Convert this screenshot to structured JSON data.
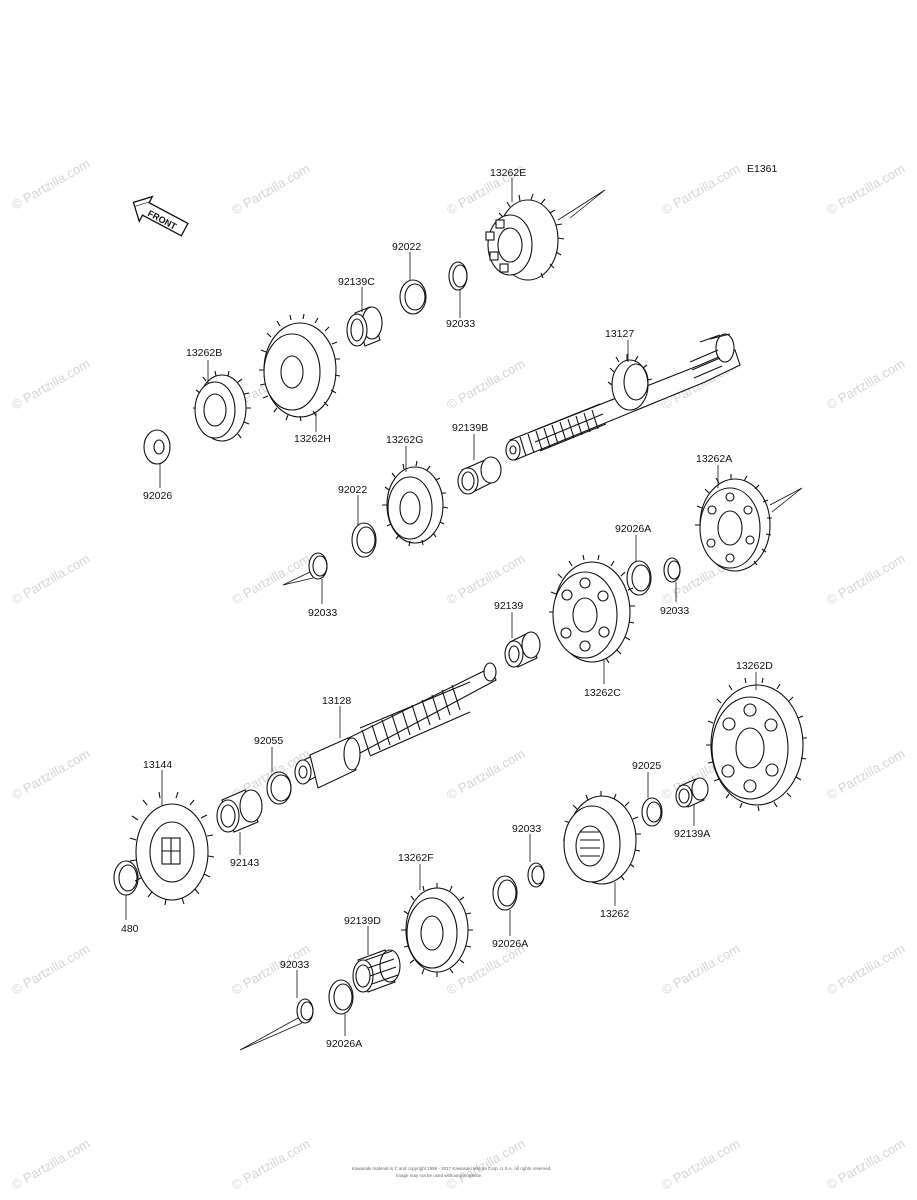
{
  "diagram_code": "E1361",
  "watermark": "© Partzilla.com",
  "front_label": "FRONT",
  "footer_line1": "Kawasaki material is © and copyright 1995 - 2017 Kawasaki Motors Corp. U.S.A. All rights reserved.",
  "footer_line2": "Image may not be used without permission",
  "parts": [
    {
      "id": "13262E"
    },
    {
      "id": "92022"
    },
    {
      "id": "92139C"
    },
    {
      "id": "92033"
    },
    {
      "id": "13262B"
    },
    {
      "id": "13262H"
    },
    {
      "id": "92026"
    },
    {
      "id": "13127"
    },
    {
      "id": "13262G"
    },
    {
      "id": "92139B"
    },
    {
      "id": "92022"
    },
    {
      "id": "92033"
    },
    {
      "id": "13262A"
    },
    {
      "id": "92026A"
    },
    {
      "id": "92033"
    },
    {
      "id": "92139"
    },
    {
      "id": "13262C"
    },
    {
      "id": "13128"
    },
    {
      "id": "92055"
    },
    {
      "id": "13144"
    },
    {
      "id": "92143"
    },
    {
      "id": "480"
    },
    {
      "id": "13262D"
    },
    {
      "id": "92025"
    },
    {
      "id": "92139A"
    },
    {
      "id": "92033"
    },
    {
      "id": "13262"
    },
    {
      "id": "13262F"
    },
    {
      "id": "92026A"
    },
    {
      "id": "92139D"
    },
    {
      "id": "92033"
    },
    {
      "id": "92026A"
    }
  ]
}
